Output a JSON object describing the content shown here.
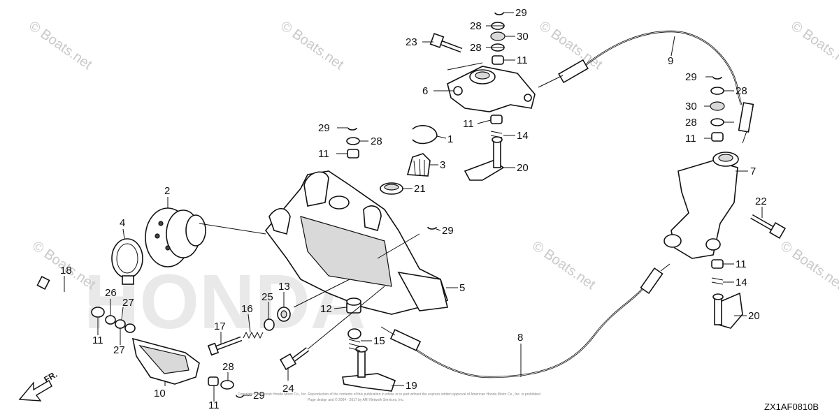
{
  "diagram": {
    "code": "ZX1AF0810B",
    "direction_label": "FR.",
    "watermark": "© Boats.net",
    "copyright_line1": "Copyright © American Honda Motor Co., Inc. Reproduction of the contents of this publication in whole or in part without the express written approval of American Honda Motor Co., Inc. is prohibited.",
    "copyright_line2": "Page design and © 2004 - 2017 by ARI Network Services, Inc.",
    "background_brand": "HONDA"
  },
  "callouts": [
    {
      "id": "c29a",
      "label": "29"
    },
    {
      "id": "c28a",
      "label": "28"
    },
    {
      "id": "c30a",
      "label": "30"
    },
    {
      "id": "c23",
      "label": "23"
    },
    {
      "id": "c28b",
      "label": "28"
    },
    {
      "id": "c11a",
      "label": "11"
    },
    {
      "id": "c9",
      "label": "9"
    },
    {
      "id": "c6",
      "label": "6"
    },
    {
      "id": "c29b",
      "label": "29"
    },
    {
      "id": "c28c",
      "label": "28"
    },
    {
      "id": "c30b",
      "label": "30"
    },
    {
      "id": "c28d",
      "label": "28"
    },
    {
      "id": "c11b",
      "label": "11"
    },
    {
      "id": "c11c",
      "label": "11"
    },
    {
      "id": "c14a",
      "label": "14"
    },
    {
      "id": "c29c",
      "label": "29"
    },
    {
      "id": "c28e",
      "label": "28"
    },
    {
      "id": "c1",
      "label": "1"
    },
    {
      "id": "c11d",
      "label": "11"
    },
    {
      "id": "c3",
      "label": "3"
    },
    {
      "id": "c20a",
      "label": "20"
    },
    {
      "id": "c7",
      "label": "7"
    },
    {
      "id": "c21",
      "label": "21"
    },
    {
      "id": "c2",
      "label": "2"
    },
    {
      "id": "c22",
      "label": "22"
    },
    {
      "id": "c4",
      "label": "4"
    },
    {
      "id": "c29d",
      "label": "29"
    },
    {
      "id": "c11e",
      "label": "11"
    },
    {
      "id": "c14b",
      "label": "14"
    },
    {
      "id": "c5",
      "label": "5"
    },
    {
      "id": "c18",
      "label": "18"
    },
    {
      "id": "c26",
      "label": "26"
    },
    {
      "id": "c27a",
      "label": "27"
    },
    {
      "id": "c13",
      "label": "13"
    },
    {
      "id": "c25",
      "label": "25"
    },
    {
      "id": "c12",
      "label": "12"
    },
    {
      "id": "c20b",
      "label": "20"
    },
    {
      "id": "c16",
      "label": "16"
    },
    {
      "id": "c11f",
      "label": "11"
    },
    {
      "id": "c27b",
      "label": "27"
    },
    {
      "id": "c17",
      "label": "17"
    },
    {
      "id": "c15",
      "label": "15"
    },
    {
      "id": "c8",
      "label": "8"
    },
    {
      "id": "c28f",
      "label": "28"
    },
    {
      "id": "c10",
      "label": "10"
    },
    {
      "id": "c24",
      "label": "24"
    },
    {
      "id": "c19",
      "label": "19"
    },
    {
      "id": "c11g",
      "label": "11"
    },
    {
      "id": "c29e",
      "label": "29"
    }
  ]
}
